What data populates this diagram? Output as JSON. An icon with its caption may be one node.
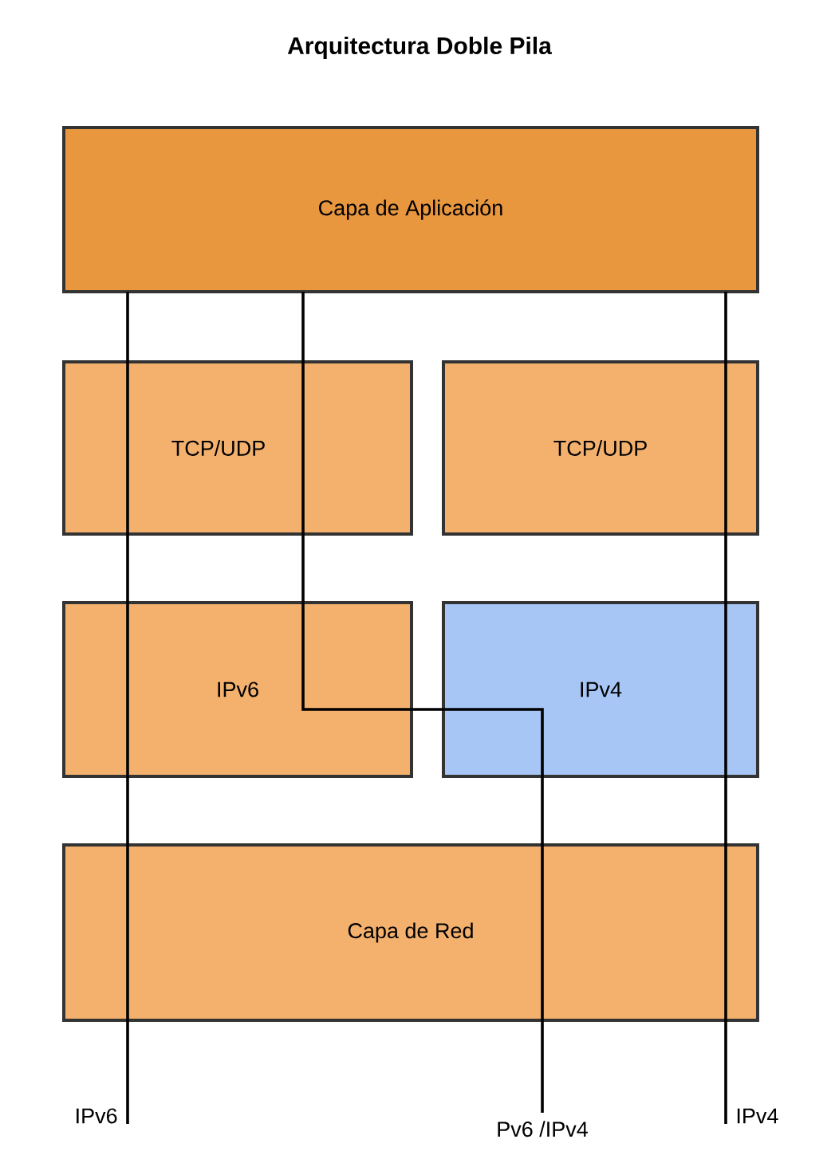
{
  "diagram": {
    "title": "Arquitectura Doble Pila",
    "nodes": [
      {
        "text": [
          "Capa de Aplicación"
        ]
      },
      {
        "text": [
          "TCP/UDP"
        ]
      },
      {
        "text": [
          "TCP/UDP"
        ]
      },
      {
        "text": [
          "IPv6"
        ]
      },
      {
        "text": [
          "IPv4"
        ]
      },
      {
        "text": [
          "Capa de Red"
        ]
      }
    ],
    "labels": [
      "IPv6",
      "Pv6 /IPv4",
      "IPv4"
    ]
  }
}
